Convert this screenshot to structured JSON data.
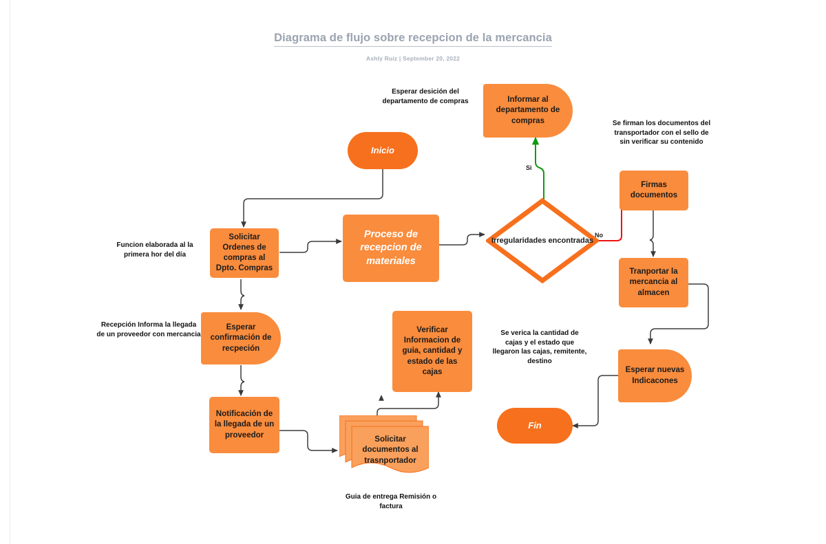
{
  "header": {
    "title": "Diagrama de flujo sobre recepcion de la mercancia",
    "subtitle": "Ashly Ruiz |  September 20, 2022"
  },
  "colors": {
    "terminal_fill": "#f7701d",
    "process_fill": "#f98c3d",
    "decision_stroke": "#f7701d",
    "decision_fill": "#ffffff",
    "edge_default": "#3b3b3b",
    "edge_yes": "#119911",
    "edge_no": "#ee1111",
    "title_text": "#9aa3b0",
    "node_text": "#1b1b1b"
  },
  "nodes": {
    "inicio": {
      "label": "Inicio",
      "shape": "terminal"
    },
    "solicitar_ordenes": {
      "label": "Solicitar Ordenes de compras al Dpto. Compras",
      "shape": "process"
    },
    "esperar_confirmacion": {
      "label": "Esperar confirmación de recpeción",
      "shape": "delay"
    },
    "notificacion_llegada": {
      "label": "Notificación de la llegada de un proveedor",
      "shape": "process"
    },
    "solicitar_documentos": {
      "label": "Solicitar documentos al trasnportador",
      "shape": "multidocument"
    },
    "verificar_informacion": {
      "label": "Verificar Informacion de guia, cantidad y estado de las cajas",
      "shape": "process"
    },
    "proceso_recepcion": {
      "label": "Proceso de recepcion de materiales",
      "shape": "predefined-process"
    },
    "irregularidades": {
      "label": "Irregularidades encontradas",
      "shape": "decision"
    },
    "informar_compras": {
      "label": "Informar al departamento de compras",
      "shape": "delay"
    },
    "firmas_documentos": {
      "label": "Firmas documentos",
      "shape": "process"
    },
    "transportar_mercancia": {
      "label": "Tranportar la mercancia al almacen",
      "shape": "process"
    },
    "esperar_indicaciones": {
      "label": "Esperar nuevas Indicacones",
      "shape": "delay"
    },
    "fin": {
      "label": "Fin",
      "shape": "terminal"
    }
  },
  "notes": {
    "esperar_desicion": "Esperar desición del departamento de compras",
    "funcion_elaborada": "Funcion elaborada al la primera hor del día",
    "recepcion_informa": "Recepción Informa la llegada de un proveedor con mercancia",
    "se_firman": "Se firman los documentos del transportador con el sello de sin verificar su contenido",
    "se_verifica_cajas": "Se verica la cantidad de cajas y el estado que llegaron las cajas, remitente, destino",
    "guia_entrega": "Guia de entrega Remisión o factura"
  },
  "edge_labels": {
    "si": "Si",
    "no": "No"
  }
}
